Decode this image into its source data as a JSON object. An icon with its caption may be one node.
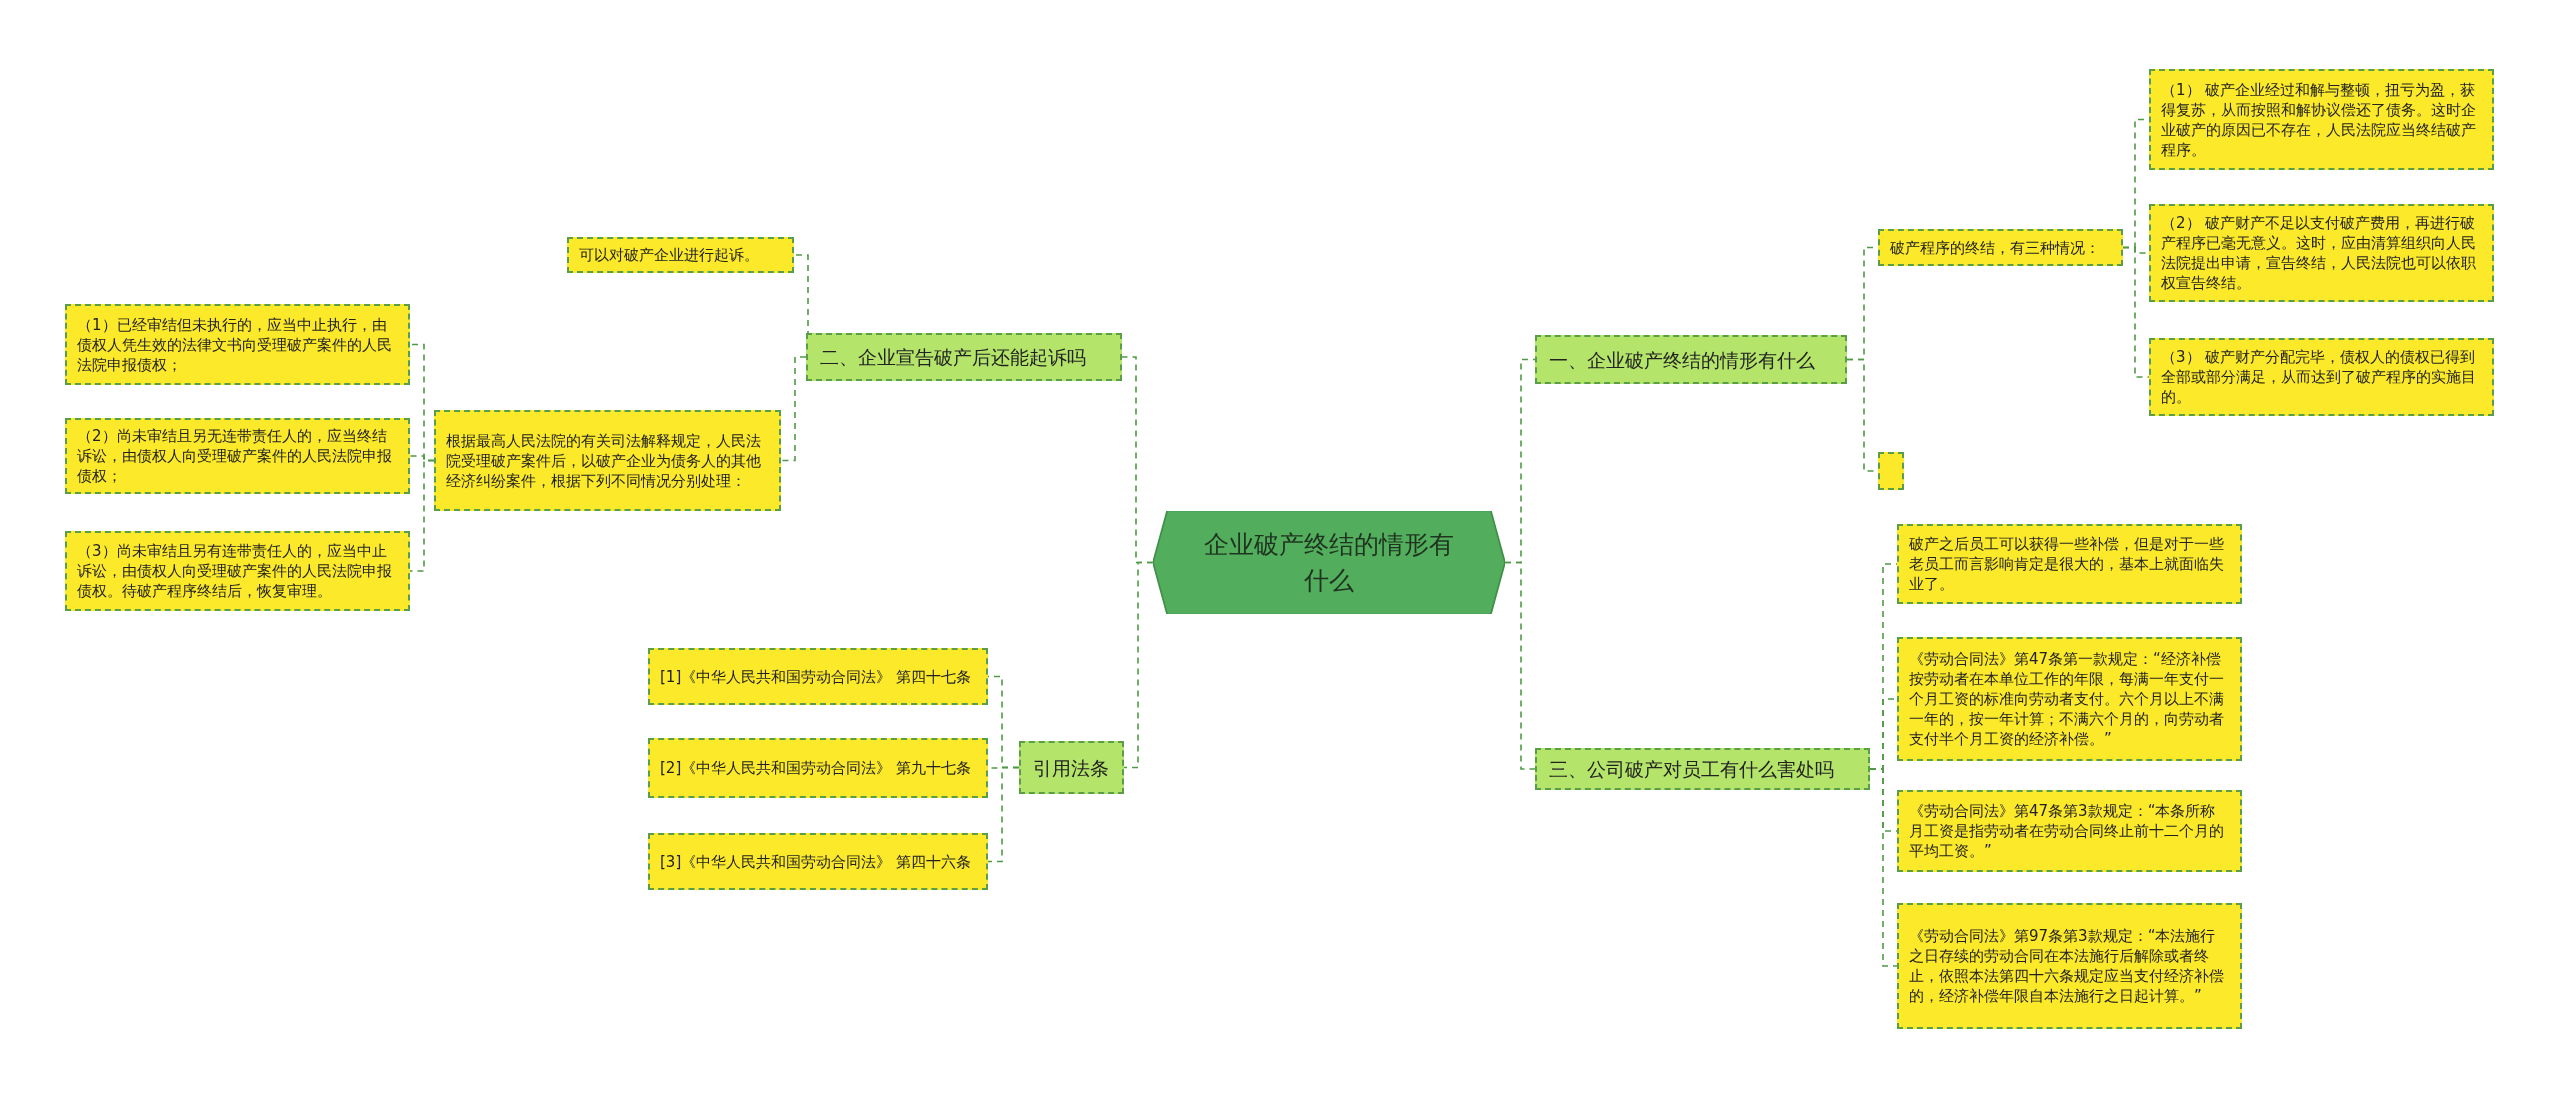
{
  "diagram": {
    "nodes": [
      {
        "text": [
          "企业破产终结的情形有什么"
        ]
      },
      {
        "text": [
          "一、企业破产终结的情形有什么"
        ]
      },
      {
        "text": [
          "破产程序的终结，有三种情况："
        ]
      },
      {
        "text": [
          "（1） 破产企业经过和解与整顿，扭亏为盈，获得复苏，从而按照和解协议偿还了债务。这时企业破产的原因已不存在，人民法院应当终结破产程序。"
        ]
      },
      {
        "text": [
          "（2） 破产财产不足以支付破产费用，再进行破产程序已毫无意义。这时，应由清算组织向人民法院提出申请，宣告终结，人民法院也可以依职权宣告终结。"
        ]
      },
      {
        "text": [
          "（3） 破产财产分配完毕，债权人的债权已得到全部或部分满足，从而达到了破产程序的实施目的。"
        ]
      },
      {
        "text": [],
        "shape": "box"
      },
      {
        "text": [
          "三、公司破产对员工有什么害处吗"
        ]
      },
      {
        "text": [
          "破产之后员工可以获得一些补偿，但是对于一些老员工而言影响肯定是很大的，基本上就面临失业了。"
        ]
      },
      {
        "text": [
          "《劳动合同法》第47条第一款规定：“经济补偿按劳动者在本单位工作的年限，每满一年支付一个月工资的标准向劳动者支付。六个月以上不满一年的，按一年计算；不满六个月的，向劳动者支付半个月工资的经济补偿。”"
        ]
      },
      {
        "text": [
          "《劳动合同法》第47条第3款规定：“本条所称月工资是指劳动者在劳动合同终止前十二个月的平均工资。”"
        ]
      },
      {
        "text": [
          "《劳动合同法》第97条第3款规定：“本法施行之日存续的劳动合同在本法施行后解除或者终止，依照本法第四十六条规定应当支付经济补偿的，经济补偿年限自本法施行之日起计算。”"
        ]
      },
      {
        "text": [
          "二、企业宣告破产后还能起诉吗"
        ]
      },
      {
        "text": [
          "可以对破产企业进行起诉。"
        ]
      },
      {
        "text": [
          "根据最高人民法院的有关司法解释规定，人民法院受理破产案件后，以破产企业为债务人的其他经济纠纷案件，根据下列不同情况分别处理："
        ]
      },
      {
        "text": [
          "（1）已经审结但未执行的，应当中止执行，由债权人凭生效的法律文书向受理破产案件的人民法院申报债权；"
        ]
      },
      {
        "text": [
          "（2）尚未审结且另无连带责任人的，应当终结诉讼，由债权人向受理破产案件的人民法院申报债权；"
        ]
      },
      {
        "text": [
          "（3）尚未审结且另有连带责任人的，应当中止诉讼，由债权人向受理破产案件的人民法院申报债权。待破产程序终结后，恢复审理。"
        ]
      },
      {
        "text": [
          "引用法条"
        ]
      },
      {
        "text": [
          "[1]《中华人民共和国劳动合同法》 第四十七条"
        ]
      },
      {
        "text": [
          "[2]《中华人民共和国劳动合同法》 第九十七条"
        ]
      },
      {
        "text": [
          "[3]《中华人民共和国劳动合同法》 第四十六条"
        ]
      }
    ],
    "edges": [
      {
        "from": 0,
        "to": 1,
        "arrow": "none",
        "style": "dashed"
      },
      {
        "from": 1,
        "to": 2,
        "arrow": "none",
        "style": "dashed"
      },
      {
        "from": 2,
        "to": 3,
        "arrow": "none",
        "style": "dashed"
      },
      {
        "from": 2,
        "to": 4,
        "arrow": "none",
        "style": "dashed"
      },
      {
        "from": 2,
        "to": 5,
        "arrow": "none",
        "style": "dashed"
      },
      {
        "from": 1,
        "to": 6,
        "arrow": "none",
        "style": "dashed"
      },
      {
        "from": 0,
        "to": 7,
        "arrow": "none",
        "style": "dashed"
      },
      {
        "from": 7,
        "to": 8,
        "arrow": "none",
        "style": "dashed"
      },
      {
        "from": 7,
        "to": 9,
        "arrow": "none",
        "style": "dashed"
      },
      {
        "from": 7,
        "to": 10,
        "arrow": "none",
        "style": "dashed"
      },
      {
        "from": 7,
        "to": 11,
        "arrow": "none",
        "style": "dashed"
      },
      {
        "from": 0,
        "to": 12,
        "arrow": "none",
        "style": "dashed"
      },
      {
        "from": 12,
        "to": 13,
        "arrow": "none",
        "style": "dashed"
      },
      {
        "from": 12,
        "to": 14,
        "arrow": "none",
        "style": "dashed"
      },
      {
        "from": 14,
        "to": 15,
        "arrow": "none",
        "style": "dashed"
      },
      {
        "from": 14,
        "to": 16,
        "arrow": "none",
        "style": "dashed"
      },
      {
        "from": 14,
        "to": 17,
        "arrow": "none",
        "style": "dashed"
      },
      {
        "from": 0,
        "to": 18,
        "arrow": "none",
        "style": "dashed"
      },
      {
        "from": 18,
        "to": 19,
        "arrow": "none",
        "style": "dashed"
      },
      {
        "from": 18,
        "to": 20,
        "arrow": "none",
        "style": "dashed"
      },
      {
        "from": 18,
        "to": 21,
        "arrow": "none",
        "style": "dashed"
      }
    ]
  }
}
